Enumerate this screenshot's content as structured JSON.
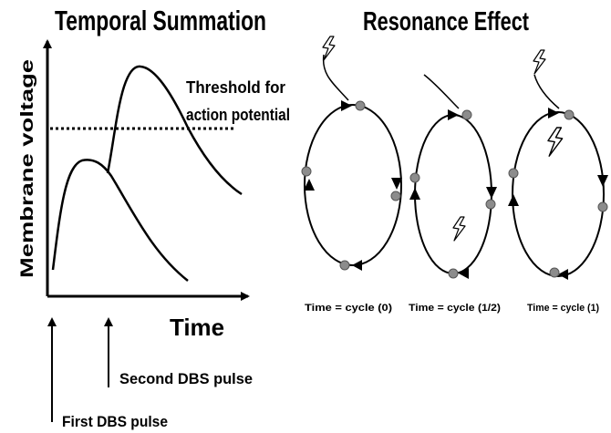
{
  "temporal": {
    "title": "Temporal Summation",
    "y_axis_label": "Membrane voltage",
    "x_axis_label": "Time",
    "threshold_label_line1": "Threshold for",
    "threshold_label_line2": "action potential",
    "first_pulse_label": "First DBS pulse",
    "second_pulse_label": "Second DBS pulse"
  },
  "resonance": {
    "title": "Resonance Effect",
    "cycles": [
      {
        "caption": "Time = cycle (0)"
      },
      {
        "caption": "Time = cycle (1/2)"
      },
      {
        "caption": "Time = cycle (1)"
      }
    ]
  },
  "colors": {
    "line": "#000000",
    "dot": "#8c8c8c",
    "dot_outline": "#555555",
    "background": "#ffffff"
  },
  "icons": [
    "lightning-bolt-icon",
    "arrowhead-icon"
  ]
}
